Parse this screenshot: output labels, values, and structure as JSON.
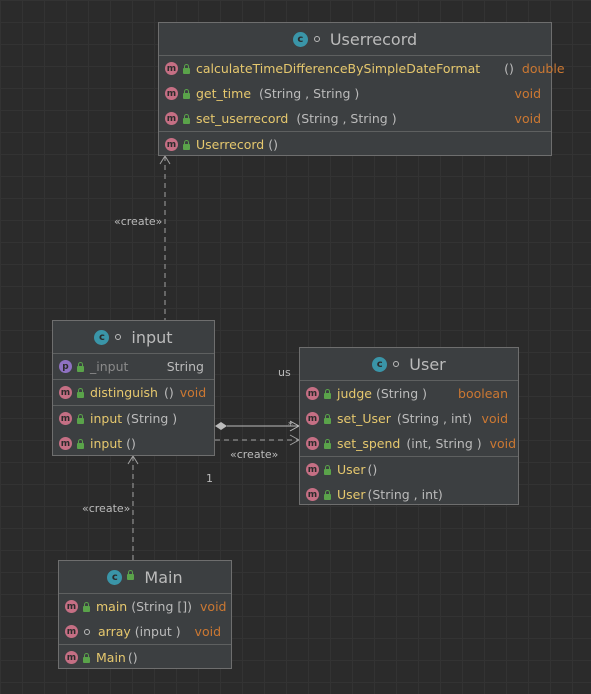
{
  "userrecord": {
    "title": "Userrecord",
    "methods": [
      {
        "name": "calculateTimeDifferenceBySimpleDateFormat",
        "params": "()",
        "type": "double"
      },
      {
        "name": "get_time",
        "params": "(String , String )",
        "type": "void"
      },
      {
        "name": "set_userrecord",
        "params": "(String , String )",
        "type": "void"
      }
    ],
    "ctor": {
      "name": "Userrecord",
      "params": "()"
    }
  },
  "input": {
    "title": "input",
    "field": {
      "name": "_input",
      "type": "String"
    },
    "method": {
      "name": "distinguish",
      "params": "()",
      "type": "void"
    },
    "ctors": [
      {
        "name": "input",
        "params": "(String )"
      },
      {
        "name": "input",
        "params": "()"
      }
    ]
  },
  "user": {
    "title": "User",
    "methods": [
      {
        "name": "judge",
        "params": "(String )",
        "type": "boolean"
      },
      {
        "name": "set_User",
        "params": "(String , int)",
        "type": "void"
      },
      {
        "name": "set_spend",
        "params": "(int, String )",
        "type": "void"
      }
    ],
    "ctors": [
      {
        "name": "User",
        "params": "()"
      },
      {
        "name": "User",
        "params": "(String , int)"
      }
    ]
  },
  "main": {
    "title": "Main",
    "methods": [
      {
        "name": "main",
        "params": "(String [])",
        "type": "void"
      },
      {
        "name": "array",
        "params": "(input )",
        "type": "void"
      }
    ],
    "ctor": {
      "name": "Main",
      "params": "()"
    }
  },
  "labels": {
    "create1": "«create»",
    "create2": "«create»",
    "create3": "«create»",
    "us": "us",
    "mult_one": "1",
    "mult_star": "*"
  }
}
